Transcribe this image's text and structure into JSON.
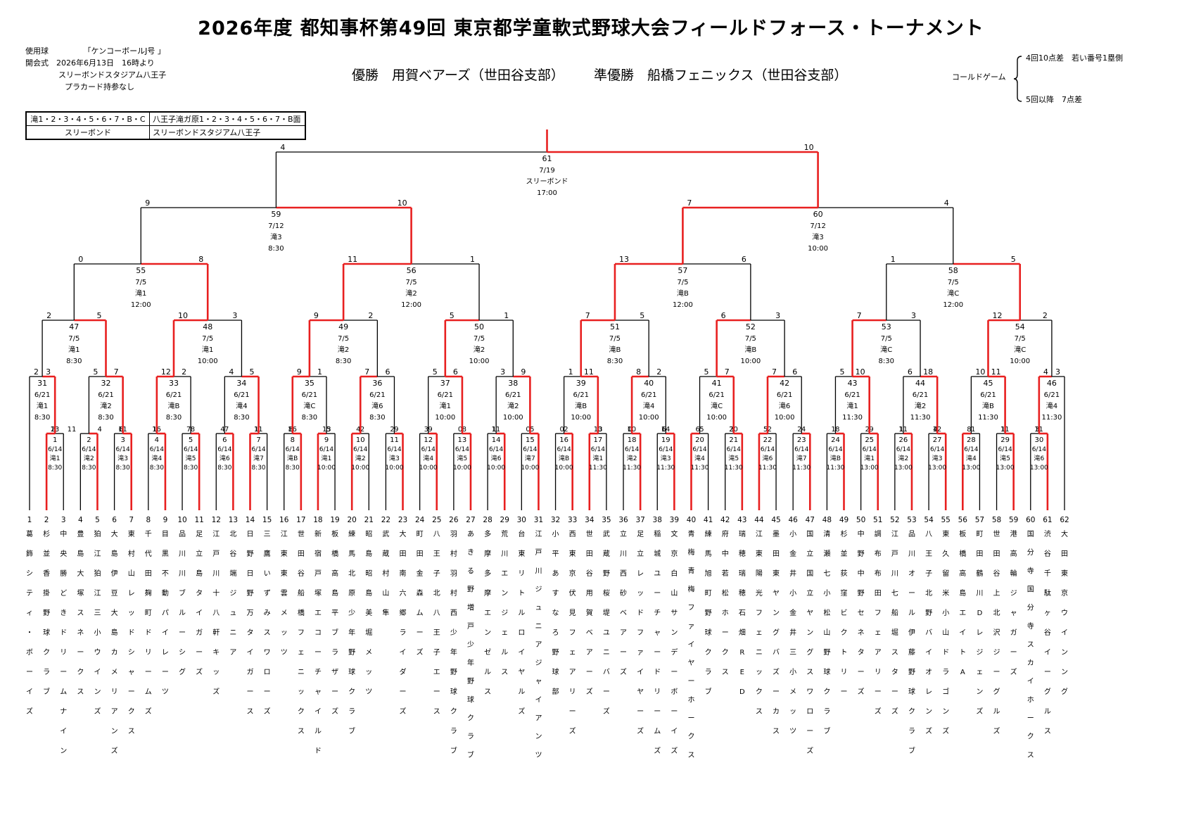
{
  "title": "2026年度 都知事杯第49回 東京都学童軟式野球大会フィールドフォース・トーナメント",
  "info": {
    "ball": "使用球　　　　　「ケンコーボールJ号 」",
    "opening1": "開会式　2026年6月13日　16時より",
    "opening2": "スリーボンドスタジアム八王子",
    "opening3": "プラカード持参なし"
  },
  "results": {
    "champion": "優勝　用賀ベアーズ（世田谷支部）",
    "runnerup": "準優勝　船橋フェニックス（世田谷支部）"
  },
  "called_game": {
    "label": "コールドゲーム",
    "rule1": "4回10点差　若い番号1塁側",
    "rule2": "5回以降　7点差"
  },
  "venues": [
    [
      "滝1・2・3・4・5・6・7・B・C",
      "八王子滝ガ原1・2・3・4・5・6・7・B面"
    ],
    [
      "スリーボンド",
      "スリーボンドスタジアム八王子"
    ]
  ],
  "colors": {
    "win": "#e82020",
    "line": "#000000"
  },
  "teams": [
    {
      "n": "1",
      "t": "葛飾シティ・ボーイズ"
    },
    {
      "n": "2",
      "t": "杉並香掛野球クラブ"
    },
    {
      "n": "3",
      "t": "中央勝どきドリームナイン"
    },
    {
      "n": "4",
      "t": "豊島大塚スネークス"
    },
    {
      "n": "5",
      "t": "狛江狛江三小ウインズ"
    },
    {
      "n": "6",
      "t": "大島伊豆大島カメリアンズ"
    },
    {
      "n": "7",
      "t": "東村山レッドシャークス"
    },
    {
      "n": "8",
      "t": "千代田麹町ドリームズ"
    },
    {
      "n": "9",
      "t": "目黒不動パイレーツ"
    },
    {
      "n": "10",
      "t": "品川川ブルーシグ"
    },
    {
      "n": "11",
      "t": "足立島タイガーズ"
    },
    {
      "n": "12",
      "t": "江戸川十八軒キッズ"
    },
    {
      "n": "13",
      "t": "北谷端ジュニア"
    },
    {
      "n": "14",
      "t": "日野日野万タイガース"
    },
    {
      "n": "15",
      "t": "三鷹いずみスワローズ"
    },
    {
      "n": "16",
      "t": "江東東雲メッツ"
    },
    {
      "n": "17",
      "t": "世田谷船橋フェニックス"
    },
    {
      "n": "18",
      "t": "新宿戸塚エコーチャイルド"
    },
    {
      "n": "19",
      "t": "板橋高島平ブラザーズ"
    },
    {
      "n": "20",
      "t": "練馬北原少年野球クラブ"
    },
    {
      "n": "21",
      "t": "昭島昭島美堀メッツ"
    },
    {
      "n": "22",
      "t": "武蔵村山隼"
    },
    {
      "n": "23",
      "t": "大田南六郷ライダーズ"
    },
    {
      "n": "24",
      "t": "町田金森ムーズ"
    },
    {
      "n": "25",
      "t": "八王子北八王子エース"
    },
    {
      "n": "26",
      "t": "羽村羽村西少年野球クラブ"
    },
    {
      "n": "27",
      "t": "あきる野増戸少年野球クラブ"
    },
    {
      "n": "28",
      "t": "多摩多摩エンゼルス"
    },
    {
      "n": "29",
      "t": "荒川エンジェルス"
    },
    {
      "n": "30",
      "t": "台東リトルロイヤルズ"
    },
    {
      "n": "31",
      "t": "江戸川ジュニアジャイアンツ"
    },
    {
      "n": "32",
      "t": "小平あすなろ野球部"
    },
    {
      "n": "33",
      "t": "西東京伏見フェアリーズ"
    },
    {
      "n": "34",
      "t": "世田谷用賀ベアーズ"
    },
    {
      "n": "35",
      "t": "武蔵野桜堤ユニバーズ"
    },
    {
      "n": "36",
      "t": "立川西砂ベアーズ"
    },
    {
      "n": "37",
      "t": "足立レッドファイヤーズ"
    },
    {
      "n": "38",
      "t": "稲城ユーチャードリームズ"
    },
    {
      "n": "39",
      "t": "文京白山サンデーボーイズ"
    },
    {
      "n": "40",
      "t": "青梅青梅ファイヤーホークス"
    },
    {
      "n": "41",
      "t": "練馬旭町野球クラブ"
    },
    {
      "n": "42",
      "t": "府中若松ホークス"
    },
    {
      "n": "43",
      "t": "瑞穂瑞穂石畑RED"
    },
    {
      "n": "44",
      "t": "江東陽光フェニックス"
    },
    {
      "n": "45",
      "t": "墨田東ヤングバズーカス"
    },
    {
      "n": "46",
      "t": "小金井小金井三小メッツ"
    },
    {
      "n": "47",
      "t": "国立国立ヤングスワローズ"
    },
    {
      "n": "48",
      "t": "清瀬七小松山野球クラブ"
    },
    {
      "n": "49",
      "t": "杉並荻窪ビクトリー"
    },
    {
      "n": "50",
      "t": "中野中野セネターズ"
    },
    {
      "n": "51",
      "t": "調布布田フェアリーズ"
    },
    {
      "n": "52",
      "t": "江戸川七船堀スターズ"
    },
    {
      "n": "53",
      "t": "品川オール伊藤野球クラブ"
    },
    {
      "n": "54",
      "t": "八王子北野バイオレンズ"
    },
    {
      "n": "55",
      "t": "東久留米小山ドラゴンズ"
    },
    {
      "n": "56",
      "t": "板橋高島エイトA"
    },
    {
      "n": "57",
      "t": "町田鶴川Dレジェンズ"
    },
    {
      "n": "58",
      "t": "世田谷上北沢ジーグルズ"
    },
    {
      "n": "59",
      "t": "港高輪ジャガーズ"
    },
    {
      "n": "60",
      "t": "国分寺国分寺スカイホークス"
    },
    {
      "n": "61",
      "t": "渋谷千駄ヶ谷イーグルス"
    },
    {
      "n": "62",
      "t": "大田東京ウインング"
    }
  ],
  "matches": [
    {
      "id": "1",
      "date": "6/14",
      "venue": "滝1",
      "time": "8:30",
      "s1": "2",
      "s2": "13"
    },
    {
      "id": "2",
      "date": "6/14",
      "venue": "滝2",
      "time": "8:30",
      "s1": "4",
      "s2": "11"
    },
    {
      "id": "3",
      "date": "6/14",
      "venue": "滝3",
      "time": "8:30",
      "s1": "6",
      "s2": "11"
    },
    {
      "id": "4",
      "date": "6/14",
      "venue": "滝4",
      "time": "8:30",
      "s1": "1",
      "s2": "16"
    },
    {
      "id": "5",
      "date": "6/14",
      "venue": "滝5",
      "time": "8:30",
      "s1": "7",
      "s2": "8"
    },
    {
      "id": "6",
      "date": "6/14",
      "venue": "滝6",
      "time": "8:30",
      "s1": "4",
      "s2": "7"
    },
    {
      "id": "7",
      "date": "6/14",
      "venue": "滝7",
      "time": "8:30",
      "s1": "1",
      "s2": "11"
    },
    {
      "id": "8",
      "date": "6/14",
      "venue": "滝B",
      "time": "8:30",
      "s1": "8",
      "s2": "16"
    },
    {
      "id": "9",
      "date": "6/14",
      "venue": "滝1",
      "time": "10:00",
      "s1": "13",
      "s2": "5"
    },
    {
      "id": "10",
      "date": "6/14",
      "venue": "滝2",
      "time": "10:00",
      "s1": "4",
      "s2": "2"
    },
    {
      "id": "11",
      "date": "6/14",
      "venue": "滝3",
      "time": "10:00",
      "s1": "2",
      "s2": "9"
    },
    {
      "id": "12",
      "date": "6/14",
      "venue": "滝4",
      "time": "10:00",
      "s1": "3",
      "s2": "9"
    },
    {
      "id": "13",
      "date": "6/14",
      "venue": "滝5",
      "time": "10:00",
      "s1": "0",
      "s2": "8"
    },
    {
      "id": "14",
      "date": "6/14",
      "venue": "滝6",
      "time": "10:00",
      "s1": "1",
      "s2": "11"
    },
    {
      "id": "15",
      "date": "6/14",
      "venue": "滝7",
      "time": "10:00",
      "s1": "0",
      "s2": "5"
    },
    {
      "id": "16",
      "date": "6/14",
      "venue": "滝B",
      "time": "10:00",
      "s1": "0",
      "s2": "2"
    },
    {
      "id": "17",
      "date": "6/14",
      "venue": "滝1",
      "time": "11:30",
      "s1": "13",
      "s2": "0"
    },
    {
      "id": "18",
      "date": "6/14",
      "venue": "滝2",
      "time": "11:30",
      "s1": "0",
      "s2": "10"
    },
    {
      "id": "19",
      "date": "6/14",
      "venue": "滝3",
      "time": "11:30",
      "s1": "6",
      "s2": "14"
    },
    {
      "id": "20",
      "date": "6/14",
      "venue": "滝4",
      "time": "11:30",
      "s1": "6",
      "s2": "5"
    },
    {
      "id": "21",
      "date": "6/14",
      "venue": "滝5",
      "time": "11:30",
      "s1": "3",
      "s2": "20"
    },
    {
      "id": "22",
      "date": "6/14",
      "venue": "滝6",
      "time": "11:30",
      "s1": "5",
      "s2": "2"
    },
    {
      "id": "23",
      "date": "6/14",
      "venue": "滝7",
      "time": "11:30",
      "s1": "2",
      "s2": "4"
    },
    {
      "id": "24",
      "date": "6/14",
      "venue": "滝B",
      "time": "11:30",
      "s1": "1",
      "s2": "8"
    },
    {
      "id": "25",
      "date": "6/14",
      "venue": "滝1",
      "time": "13:00",
      "s1": "2",
      "s2": "9"
    },
    {
      "id": "26",
      "date": "6/14",
      "venue": "滝2",
      "time": "13:00",
      "s1": "1",
      "s2": "11"
    },
    {
      "id": "27",
      "date": "6/14",
      "venue": "滝3",
      "time": "13:00",
      "s1": "4",
      "s2": "12"
    },
    {
      "id": "28",
      "date": "6/14",
      "venue": "滝4",
      "time": "13:00",
      "s1": "8",
      "s2": "1"
    },
    {
      "id": "29",
      "date": "6/14",
      "venue": "滝5",
      "time": "13:00",
      "s1": "1",
      "s2": "11"
    },
    {
      "id": "30",
      "date": "6/14",
      "venue": "滝6",
      "time": "13:00",
      "s1": "3",
      "s2": "11"
    },
    {
      "id": "31",
      "date": "6/21",
      "venue": "滝1",
      "time": "8:30",
      "s1": "2",
      "s2": "3"
    },
    {
      "id": "32",
      "date": "6/21",
      "venue": "滝2",
      "time": "8:30",
      "s1": "5",
      "s2": "7"
    },
    {
      "id": "33",
      "date": "6/21",
      "venue": "滝B",
      "time": "8:30",
      "s1": "12",
      "s2": "2"
    },
    {
      "id": "34",
      "date": "6/21",
      "venue": "滝4",
      "time": "8:30",
      "s1": "4",
      "s2": "5"
    },
    {
      "id": "35",
      "date": "6/21",
      "venue": "滝C",
      "time": "8:30",
      "s1": "9",
      "s2": "1"
    },
    {
      "id": "36",
      "date": "6/21",
      "venue": "滝6",
      "time": "8:30",
      "s1": "7",
      "s2": "6"
    },
    {
      "id": "37",
      "date": "6/21",
      "venue": "滝1",
      "time": "10:00",
      "s1": "5",
      "s2": "6"
    },
    {
      "id": "38",
      "date": "6/21",
      "venue": "滝2",
      "time": "10:00",
      "s1": "3",
      "s2": "9"
    },
    {
      "id": "39",
      "date": "6/21",
      "venue": "滝B",
      "time": "10:00",
      "s1": "1",
      "s2": "11"
    },
    {
      "id": "40",
      "date": "6/21",
      "venue": "滝4",
      "time": "10:00",
      "s1": "8",
      "s2": "2"
    },
    {
      "id": "41",
      "date": "6/21",
      "venue": "滝C",
      "time": "10:00",
      "s1": "5",
      "s2": "7"
    },
    {
      "id": "42",
      "date": "6/21",
      "venue": "滝6",
      "time": "10:00",
      "s1": "7",
      "s2": "6"
    },
    {
      "id": "43",
      "date": "6/21",
      "venue": "滝1",
      "time": "11:30",
      "s1": "5",
      "s2": "10"
    },
    {
      "id": "44",
      "date": "6/21",
      "venue": "滝2",
      "time": "11:30",
      "s1": "6",
      "s2": "18"
    },
    {
      "id": "45",
      "date": "6/21",
      "venue": "滝B",
      "time": "11:30",
      "s1": "10",
      "s2": "11"
    },
    {
      "id": "46",
      "date": "6/21",
      "venue": "滝4",
      "time": "11:30",
      "s1": "4",
      "s2": "3"
    },
    {
      "id": "47",
      "date": "7/5",
      "venue": "滝1",
      "time": "8:30",
      "s1": "2",
      "s2": "5"
    },
    {
      "id": "48",
      "date": "7/5",
      "venue": "滝1",
      "time": "10:00",
      "s1": "10",
      "s2": "3"
    },
    {
      "id": "49",
      "date": "7/5",
      "venue": "滝2",
      "time": "8:30",
      "s1": "9",
      "s2": "2"
    },
    {
      "id": "50",
      "date": "7/5",
      "venue": "滝2",
      "time": "10:00",
      "s1": "5",
      "s2": "1"
    },
    {
      "id": "51",
      "date": "7/5",
      "venue": "滝B",
      "time": "8:30",
      "s1": "7",
      "s2": "5"
    },
    {
      "id": "52",
      "date": "7/5",
      "venue": "滝B",
      "time": "10:00",
      "s1": "6",
      "s2": "3"
    },
    {
      "id": "53",
      "date": "7/5",
      "venue": "滝C",
      "time": "8:30",
      "s1": "7",
      "s2": "3"
    },
    {
      "id": "54",
      "date": "7/5",
      "venue": "滝C",
      "time": "10:00",
      "s1": "12",
      "s2": "2"
    },
    {
      "id": "55",
      "date": "7/5",
      "venue": "滝1",
      "time": "12:00",
      "s1": "0",
      "s2": "8"
    },
    {
      "id": "56",
      "date": "7/5",
      "venue": "滝2",
      "time": "12:00",
      "s1": "11",
      "s2": "1"
    },
    {
      "id": "57",
      "date": "7/5",
      "venue": "滝B",
      "time": "12:00",
      "s1": "13",
      "s2": "6"
    },
    {
      "id": "58",
      "date": "7/5",
      "venue": "滝C",
      "time": "12:00",
      "s1": "1",
      "s2": "5"
    },
    {
      "id": "59",
      "date": "7/12",
      "venue": "滝3",
      "time": "8:30",
      "s1": "9",
      "s2": "10"
    },
    {
      "id": "60",
      "date": "7/12",
      "venue": "滝3",
      "time": "10:00",
      "s1": "7",
      "s2": "4"
    },
    {
      "id": "61",
      "date": "7/19",
      "venue": "スリーボンド",
      "time": "17:00",
      "s1": "4",
      "s2": "10"
    }
  ]
}
